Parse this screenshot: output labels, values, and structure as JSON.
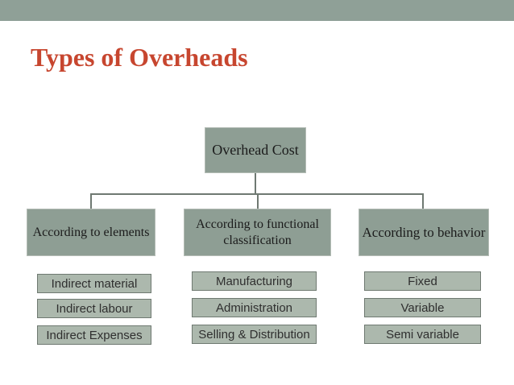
{
  "slide": {
    "title": "Types of Overheads"
  },
  "colors": {
    "top_bar": "#8FA097",
    "title_text": "#C7462F",
    "node_fill": "#8E9E94",
    "node_border": "#B4BCB5",
    "leaf_fill": "#ACB8AD",
    "leaf_border": "#6F7971",
    "connector": "#6F7972",
    "node_text": "#1b1b1b",
    "leaf_text": "#2F2F2F"
  },
  "diagram": {
    "root": {
      "label": "Overhead Cost"
    },
    "branches": [
      {
        "label": "According to elements",
        "children": [
          "Indirect material",
          "Indirect labour",
          "Indirect Expenses"
        ]
      },
      {
        "label": "According to functional classification",
        "children": [
          "Manufacturing",
          "Administration",
          "Selling & Distribution"
        ]
      },
      {
        "label": "According to behavior",
        "children": [
          "Fixed",
          "Variable",
          "Semi variable"
        ]
      }
    ]
  }
}
